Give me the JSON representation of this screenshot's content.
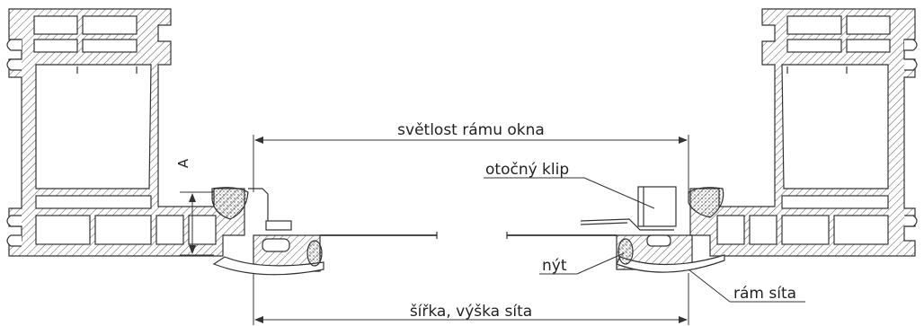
{
  "drawing": {
    "title": "",
    "labels": {
      "clear_opening": "světlost rámu okna",
      "screen_size": "šířka, výška síta",
      "pivot_clip": "otočný klip",
      "rivet": "nýt",
      "screen_frame": "rám síta",
      "dimension_a": "A"
    },
    "colors": {
      "line": "#333333",
      "hatch": "#555555",
      "background": "#ffffff"
    }
  }
}
